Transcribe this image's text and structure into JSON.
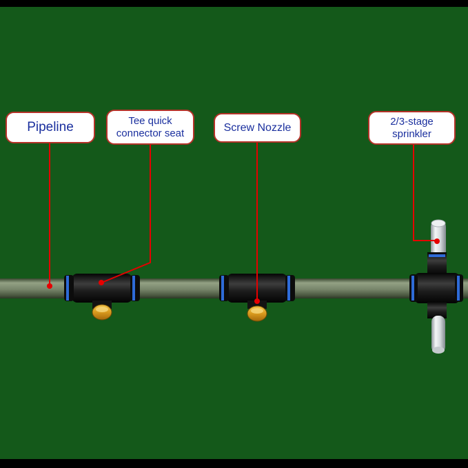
{
  "scene": {
    "background_color": "#14591a",
    "leader_line_color": "#e60000",
    "callout_border_color": "#b53229",
    "callout_text_color": "#1a2f9e"
  },
  "labels": {
    "pipeline": "Pipeline",
    "tee": "Tee quick connector seat",
    "nozzle": "Screw Nozzle",
    "sprinkler": "2/3-stage sprinkler"
  }
}
